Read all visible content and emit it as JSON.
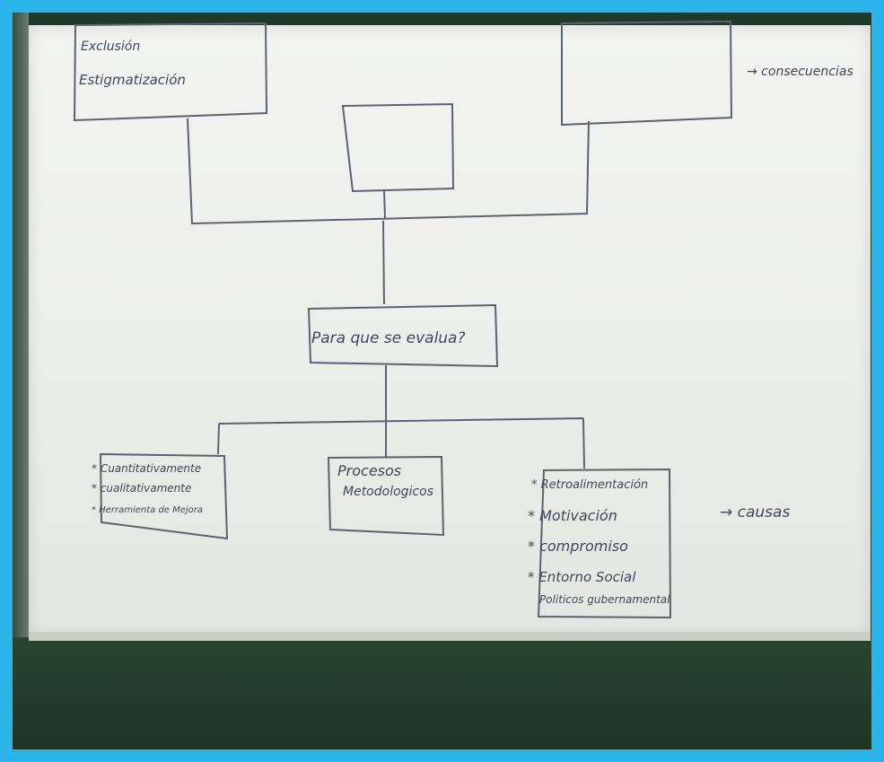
{
  "top_left_box": {
    "line1": "Exclusión",
    "line2": "Estigmatización"
  },
  "top_right_label": "→ consecuencias",
  "center_box": "Para que se evalua?",
  "left_box": {
    "items": [
      "* Cuantitativamente",
      "* cualitativamente",
      "* Herramienta de Mejora"
    ]
  },
  "middle_box": {
    "line1": "Procesos",
    "line2": "Metodologicos"
  },
  "right_box": {
    "items": [
      "* Retroalimentación",
      "* Motivación",
      "* compromiso",
      "* Entorno Social",
      "Politicos gubernamental"
    ]
  },
  "causes_label": "→ causas"
}
